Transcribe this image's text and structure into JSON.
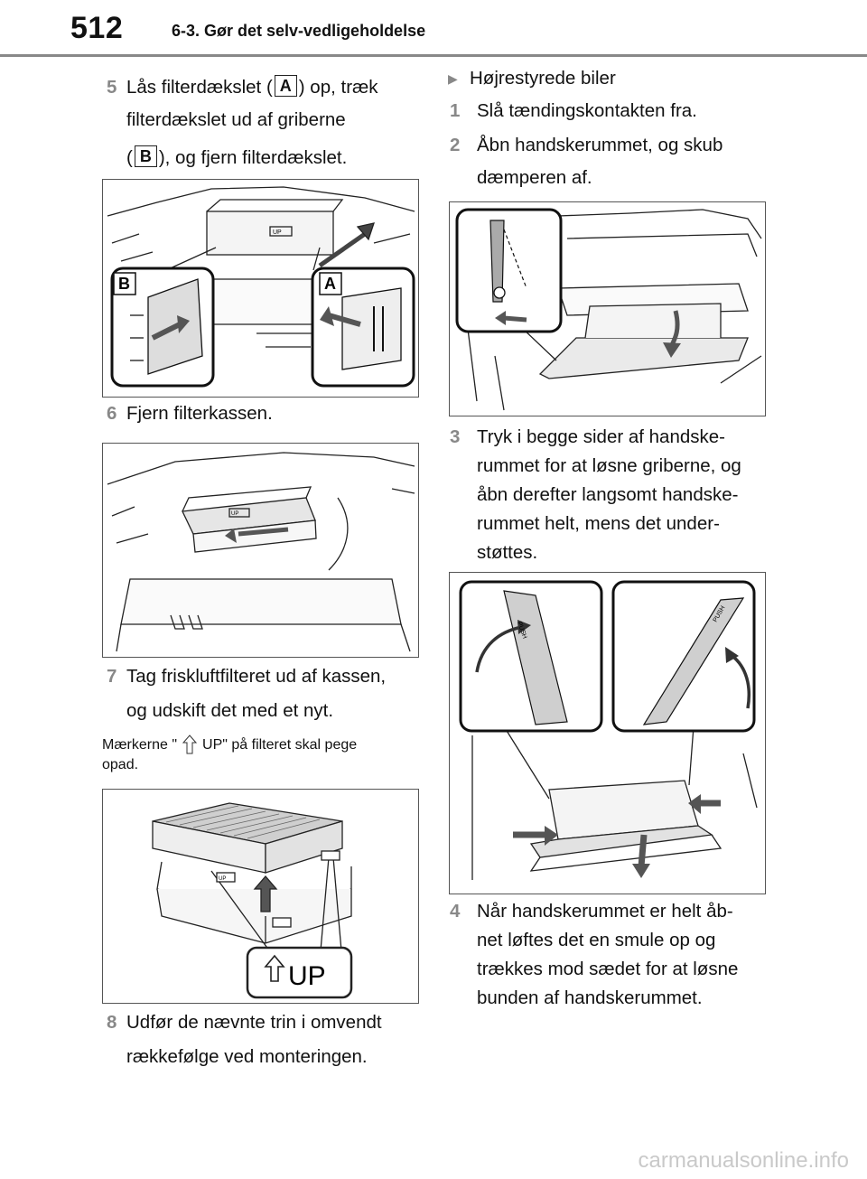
{
  "header": {
    "page_number": "512",
    "section_title": "6-3. Gør det selv-vedligeholdelse"
  },
  "left_column": {
    "step5": {
      "num": "5",
      "line1_a": "Lås filterdækslet (",
      "label_a": "A",
      "line1_b": ") op, træk",
      "line2": "filterdækslet ud af griberne",
      "line3_a": "(",
      "label_b": "B",
      "line3_b": "), og fjern filterdækslet."
    },
    "figure1": {
      "callout_b": "B",
      "callout_a": "A",
      "tag": "UP"
    },
    "step6": {
      "num": "6",
      "text": "Fjern filterkassen."
    },
    "figure2": {
      "tag": "UP"
    },
    "step7": {
      "num": "7",
      "line1": "Tag friskluftfilteret ud af kassen,",
      "line2": "og udskift det med et nyt."
    },
    "note": {
      "line1_a": "Mærkerne \"",
      "line1_b": "UP\" på filteret skal pege",
      "line2": "opad."
    },
    "figure3": {
      "tag": "UP",
      "big_label": "UP"
    },
    "step8": {
      "num": "8",
      "line1": "Udfør de nævnte trin i omvendt",
      "line2": "rækkefølge ved monteringen."
    }
  },
  "right_column": {
    "heading": {
      "arrow": "▶",
      "text": "Højrestyrede biler"
    },
    "step1": {
      "num": "1",
      "text": "Slå tændingskontakten fra."
    },
    "step2": {
      "num": "2",
      "line1": "Åbn handskerummet, og skub",
      "line2": "dæmperen af."
    },
    "step3": {
      "num": "3",
      "lines": [
        "Tryk i begge sider af handske-",
        "rummet for at løsne griberne, og",
        "åbn derefter langsomt handske-",
        "rummet helt, mens det under-",
        "støttes."
      ]
    },
    "figure5": {
      "push_left": "PUSH",
      "push_right": "PUSH"
    },
    "step4": {
      "num": "4",
      "lines": [
        "Når handskerummet er helt åb-",
        "net løftes det en smule op og",
        "trækkes mod sædet for at løsne",
        "bunden af handskerummet."
      ]
    }
  },
  "watermark": "carmanualsonline.info"
}
